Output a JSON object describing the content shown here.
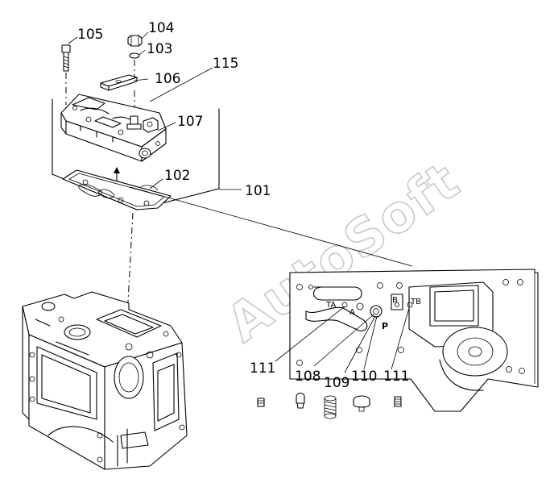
{
  "watermark": "AutoSoft",
  "callouts": {
    "c101": "101",
    "c102": "102",
    "c103": "103",
    "c104": "104",
    "c105": "105",
    "c106": "106",
    "c107": "107",
    "c108": "108",
    "c109": "109",
    "c110": "110",
    "c111a": "111",
    "c111b": "111",
    "c115": "115"
  },
  "ports": {
    "ta": "TA",
    "a": "A",
    "b": "B",
    "tb": "TB",
    "p": "P"
  }
}
